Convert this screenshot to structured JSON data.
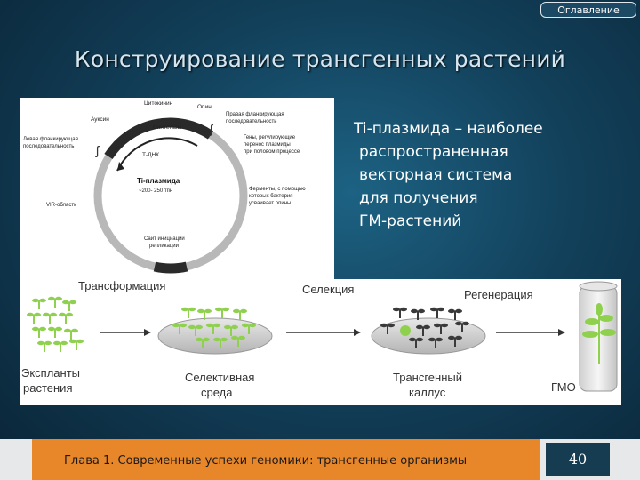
{
  "nav": {
    "toc_label": "Оглавление"
  },
  "slide": {
    "title": "Конструирование трансгенных растений",
    "description_lines": [
      "Ti-плазмида – наиболее",
      "распространенная",
      "векторная система",
      "для получения",
      "ГМ-растений"
    ]
  },
  "plasmid": {
    "name": "Ti-плазмида",
    "size": "~200- 250 тпн",
    "labels": {
      "cytokinin": "Цитокинин",
      "opine": "Опин",
      "auxin": "Ауксин",
      "synthases": "Синтетазы",
      "tdna": "Т-ДНК",
      "left_border_1": "Левая фланкирующая",
      "left_border_2": "последовательность",
      "right_border_1": "Правая фланкирующая",
      "right_border_2": "последовательность",
      "genes_1": "Гены, регулирующие",
      "genes_2": "перенос плазмиды",
      "genes_3": "при половом процессе",
      "vir": "VIR-область",
      "enzymes_1": "Ферменты, с помощью",
      "enzymes_2": "которых бактерия",
      "enzymes_3": "усваивает опины",
      "origin_1": "Сайт инициации",
      "origin_2": "репликации"
    }
  },
  "process": {
    "transformation": "Трансформация",
    "selection": "Селекция",
    "regeneration": "Регенерация",
    "explants_1": "Экспланты",
    "explants_2": "растения",
    "selective_1": "Селективная",
    "selective_2": "среда",
    "callus_1": "Трансгенный",
    "callus_2": "каллус",
    "gmo": "ГМО"
  },
  "footer": {
    "chapter": "Глава 1. Современные успехи геномики: трансгенные организмы",
    "page_number": "40"
  },
  "colors": {
    "accent_orange": "#e8872a",
    "plant_green": "#8fd14f",
    "dark_navy": "#163c52"
  }
}
